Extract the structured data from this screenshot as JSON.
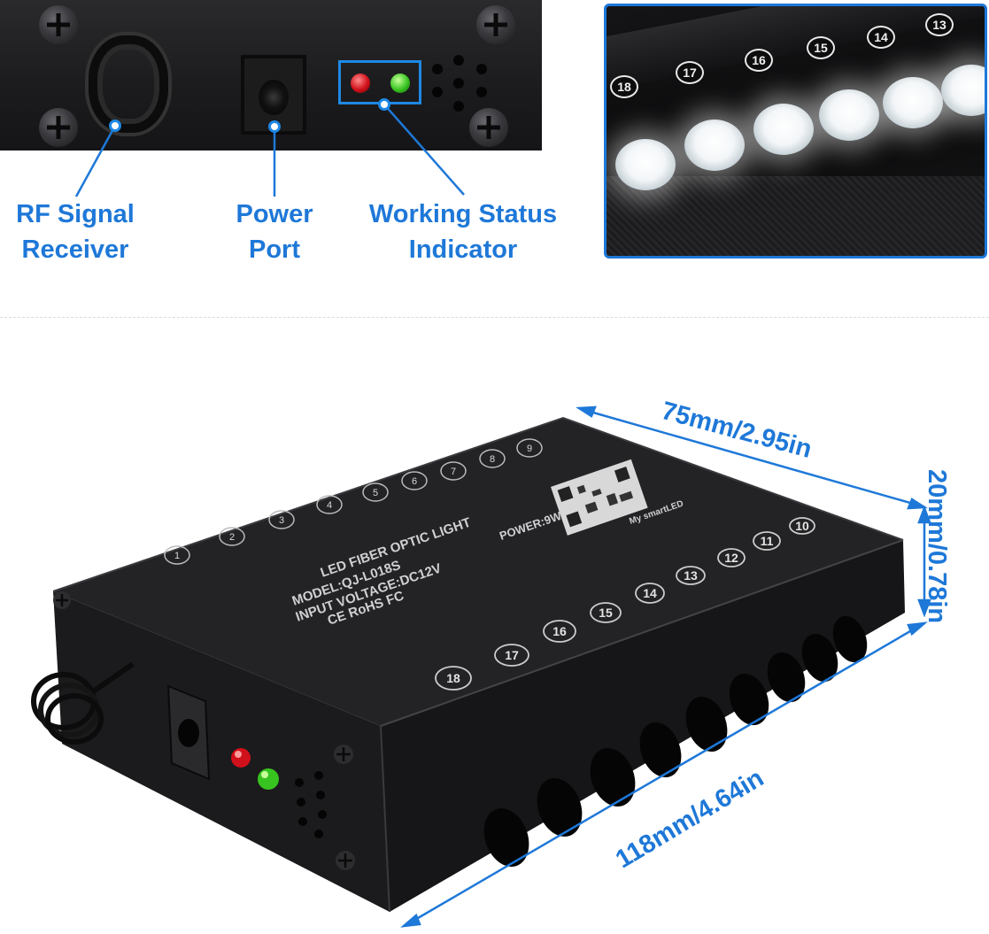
{
  "callouts": {
    "rf_line1": "RF Signal",
    "rf_line2": "Receiver",
    "power_line1": "Power",
    "power_line2": "Port",
    "status_line1": "Working Status",
    "status_line2": "Indicator"
  },
  "glow_photo": {
    "port_numbers": [
      "18",
      "17",
      "16",
      "15",
      "14",
      "13"
    ]
  },
  "device": {
    "label_lines": [
      "LED FIBER OPTIC LIGHT",
      "MODEL:QJ-L018S",
      "INPUT VOLTAGE:DC12V",
      "CE RoHS FC"
    ],
    "power_text": "POWER:9W",
    "qr_caption": "My smartLED",
    "top_ports": [
      "1",
      "2",
      "3",
      "4",
      "5",
      "6",
      "7",
      "8",
      "9"
    ],
    "side_ports": [
      "18",
      "17",
      "16",
      "15",
      "14",
      "13",
      "12",
      "11",
      "10"
    ]
  },
  "dimensions": {
    "width": "75mm/2.95in",
    "height": "20mm/0.78in",
    "length": "118mm/4.64in"
  },
  "colors": {
    "accent": "#1e78d8",
    "device_body": "#1c1c1e",
    "led_red": "#d0101a",
    "led_green": "#38c420"
  }
}
